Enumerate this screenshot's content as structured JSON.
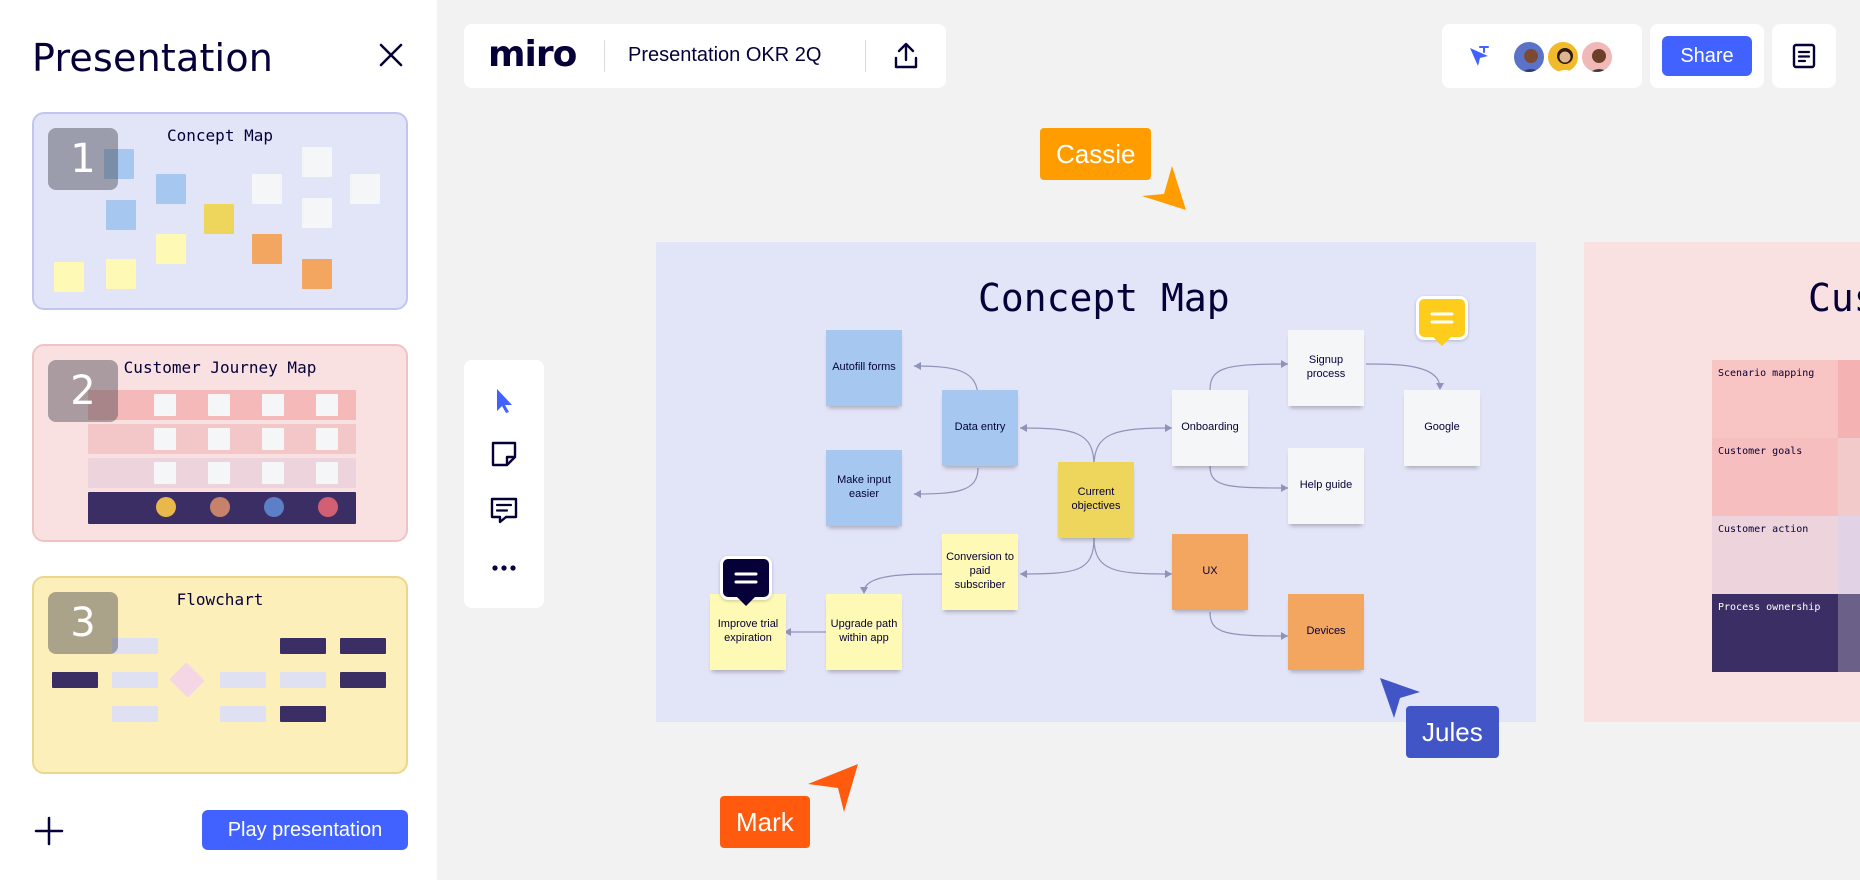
{
  "sidebar": {
    "title": "Presentation",
    "play_label": "Play presentation",
    "slides": [
      {
        "number": "1",
        "title": "Concept Map"
      },
      {
        "number": "2",
        "title": "Customer Journey Map"
      },
      {
        "number": "3",
        "title": "Flowchart"
      }
    ]
  },
  "topbar": {
    "logo": "miro",
    "board_title": "Presentation OKR 2Q",
    "share_label": "Share"
  },
  "canvas": {
    "frame1": {
      "title": "Concept Map",
      "stickies": {
        "autofill": "Autofill forms",
        "make_input": "Make input easier",
        "data_entry": "Data entry",
        "current_obj": "Current objectives",
        "onboarding": "Onboarding",
        "signup": "Signup process",
        "help_guide": "Help guide",
        "google": "Google",
        "conversion": "Conversion to paid subscriber",
        "upgrade": "Upgrade path within app",
        "improve": "Improve trial expiration",
        "ux": "UX",
        "devices": "Devices"
      }
    },
    "frame2": {
      "title": "Cus",
      "rows": [
        "Scenario mapping",
        "Customer goals",
        "Customer action",
        "Process ownership"
      ]
    }
  },
  "cursors": {
    "cassie": "Cassie",
    "jules": "Jules",
    "mark": "Mark"
  },
  "colors": {
    "accent": "#4262ff",
    "cassie": "#ff9d00",
    "jules": "#4255c7",
    "mark": "#ff5a0d"
  }
}
